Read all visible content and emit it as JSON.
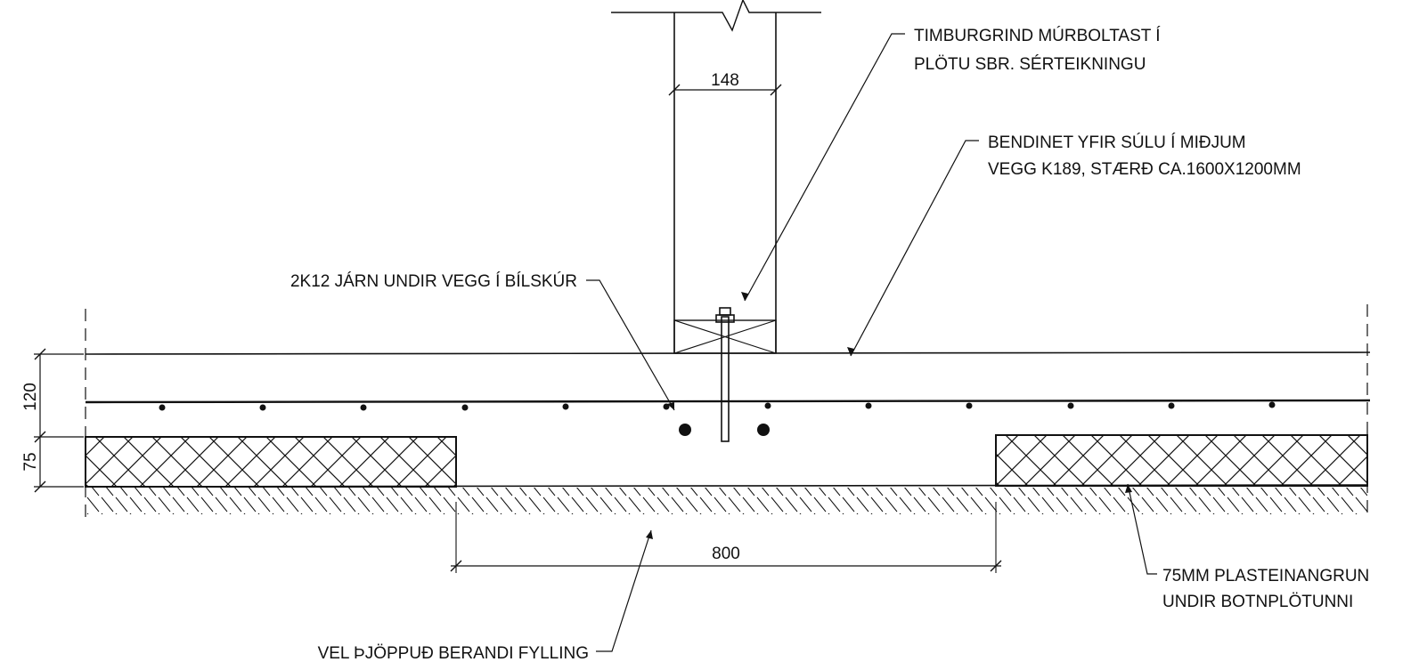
{
  "labels": {
    "timburgrind_line1": "TIMBURGRIND MÚRBOLTAST Í",
    "timburgrind_line2": "PLÖTU SBR. SÉRTEIKNINGU",
    "bendinet_line1": "BENDINET YFIR SÚLU Í MIÐJUM",
    "bendinet_line2": "VEGG K189, STÆRÐ CA.1600X1200MM",
    "jarn": "2K12 JÁRN UNDIR VEGG Í BÍLSKÚR",
    "plasteinangrun_line1": "75MM PLASTEINANGRUN",
    "plasteinangrun_line2": "UNDIR BOTNPLÖTUNNI",
    "fylling": "VEL ÞJÖPPUÐ BERANDI FYLLING"
  },
  "dimensions": {
    "wall_width": "148",
    "slab_thickness": "120",
    "insulation_thickness": "75",
    "strip_width": "800"
  },
  "colors": {
    "ink": "#111111",
    "background": "#ffffff"
  }
}
